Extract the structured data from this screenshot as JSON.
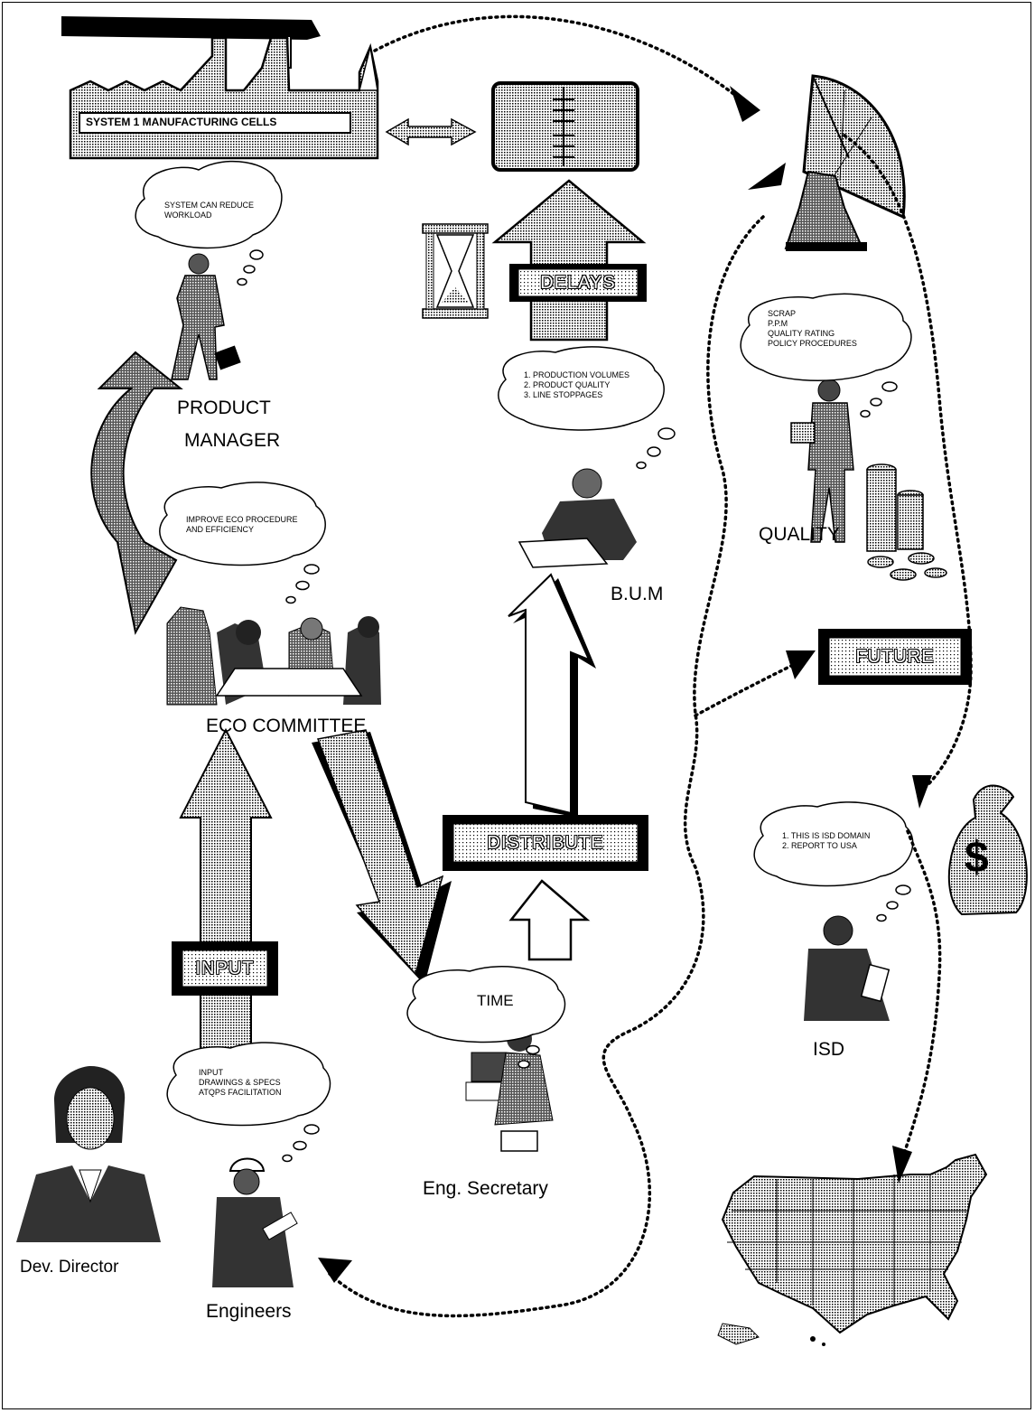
{
  "factory": {
    "label": "SYSTEM 1 MANUFACTURING CELLS"
  },
  "boxes": {
    "delays": "DELAYS",
    "future": "FUTURE",
    "distribute": "DISTRIBUTE",
    "input": "INPUT"
  },
  "thoughts": {
    "product_manager": [
      "SYSTEM CAN REDUCE",
      "WORKLOAD"
    ],
    "eco": [
      "IMPROVE ECO PROCEDURE",
      "AND EFFICIENCY"
    ],
    "bum": [
      "1. PRODUCTION VOLUMES",
      "2. PRODUCT QUALITY",
      "3. LINE STOPPAGES"
    ],
    "quality": [
      "SCRAP",
      "P.P.M",
      "QUALITY RATING",
      "POLICY PROCEDURES"
    ],
    "isd": [
      "1. THIS IS ISD DOMAIN",
      "2. REPORT TO USA"
    ],
    "secretary": [
      "TIME"
    ],
    "engineers": [
      "INPUT",
      "DRAWINGS & SPECS",
      "ATQPS FACILITATION"
    ]
  },
  "labels": {
    "product_manager_1": "PRODUCT",
    "product_manager_2": "MANAGER",
    "eco_committee": "ECO COMMITTEE",
    "bum": "B.U.M",
    "quality": "QUALITY",
    "isd": "ISD",
    "secretary": "Eng. Secretary",
    "engineers": "Engineers",
    "dev_director": "Dev. Director"
  },
  "icons": {
    "money_bag_symbol": "$"
  }
}
